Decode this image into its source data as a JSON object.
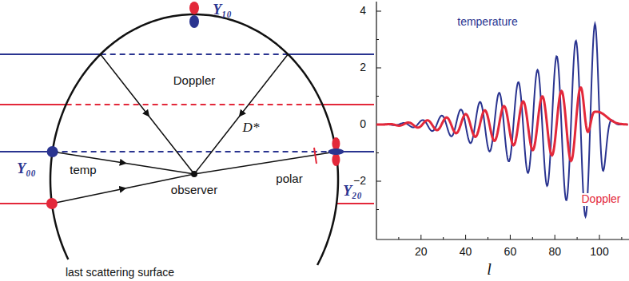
{
  "diagram": {
    "labels": [
      "Y₁₀",
      "Doppler",
      "D*",
      "Y₀₀",
      "temp",
      "observer",
      "polar",
      "Y₂₀",
      "last scattering surface",
      "4",
      "2",
      "0",
      "−2",
      "20",
      "40",
      "60",
      "80",
      "100",
      "l",
      "temperature",
      "Doppler"
    ]
  }
}
